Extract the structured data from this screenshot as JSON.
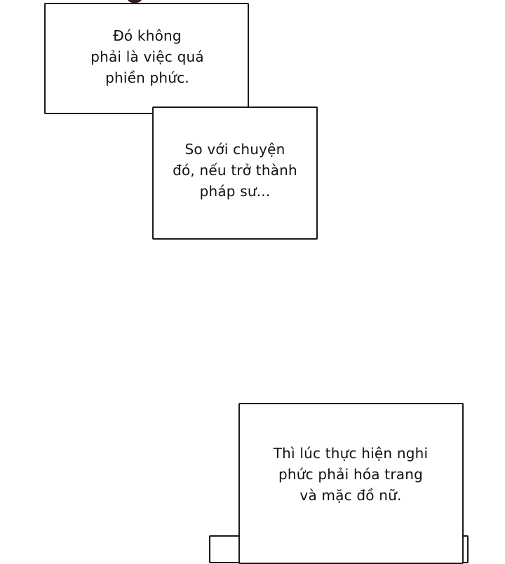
{
  "panel": {
    "background": "#ffffff",
    "border_color": "#1a1a1a",
    "captions": [
      {
        "text": "Đó không\nphải là việc quá\nphiền phức."
      },
      {
        "text": "So với chuyện\nđó, nếu trở thành\npháp sư..."
      },
      {
        "text": "Thì lúc thực hiện nghi\nphức phải hóa trang\nvà mặc đồ nữ."
      }
    ]
  }
}
